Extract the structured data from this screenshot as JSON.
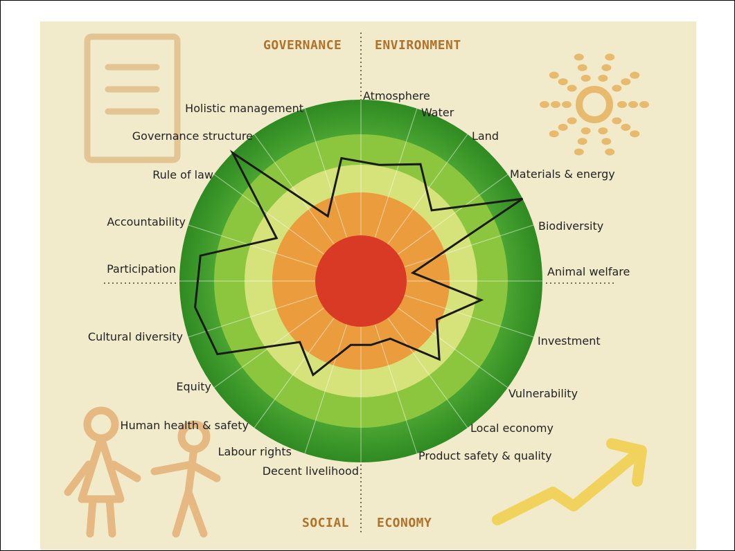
{
  "quadrants": {
    "governance": "GOVERNANCE",
    "environment": "ENVIRONMENT",
    "social": "SOCIAL",
    "economy": "ECONOMY"
  },
  "themes": [
    {
      "label": "Atmosphere",
      "score": 0.53
    },
    {
      "label": "Water",
      "score": 0.63
    },
    {
      "label": "Land",
      "score": 0.4
    },
    {
      "label": "Materials & energy",
      "score": 1.0
    },
    {
      "label": "Biodiversity",
      "score": 0.05
    },
    {
      "label": "Animal welfare",
      "score": 0.56
    },
    {
      "label": "Investment",
      "score": 0.29
    },
    {
      "label": "Vulnerability",
      "score": 0.48
    },
    {
      "label": "Local economy",
      "score": 0.14
    },
    {
      "label": "Product safety & quality",
      "score": 0.14
    },
    {
      "label": "Decent livelihood",
      "score": 0.14
    },
    {
      "label": "Labour rights",
      "score": 0.44
    },
    {
      "label": "Human health & safety",
      "score": 0.3
    },
    {
      "label": "Equity",
      "score": 0.85
    },
    {
      "label": "Cultural diversity",
      "score": 0.9
    },
    {
      "label": "Participation",
      "score": 0.86
    },
    {
      "label": "Accountability",
      "score": 0.36
    },
    {
      "label": "Rule of law",
      "score": 1.0
    },
    {
      "label": "Governance structure",
      "score": 0.2
    },
    {
      "label": "Holistic management",
      "score": 0.58
    }
  ],
  "colors": {
    "background": "#f1ebcb",
    "ring_outer": "#3f9a2c",
    "ring_mid": "#8cc63f",
    "ring_light": "#d6e27a",
    "ring_orange": "#eb9c3c",
    "center_red": "#d93a26",
    "quadrant_title": "#b0712a",
    "polygon": "#1a1a1a"
  },
  "icons": {
    "top_left": "document-icon",
    "top_right": "sun-icon",
    "bottom_left": "people-icon",
    "bottom_right": "trend-up-arrow-icon"
  }
}
